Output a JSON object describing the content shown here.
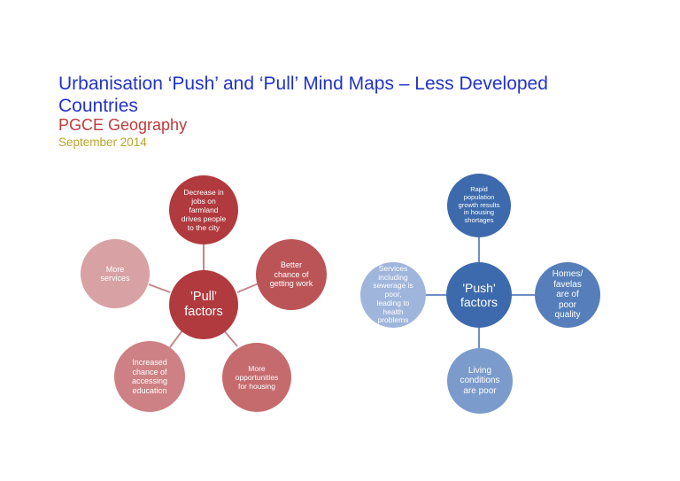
{
  "header": {
    "title": "Urbanisation ‘Push’ and ‘Pull’ Mind Maps – Less Developed Countries",
    "subtitle": "PGCE Geography",
    "date": "September 2014"
  },
  "colors": {
    "title": "#2233c8",
    "subtitle": "#c0393b",
    "date": "#b8a42c",
    "pull_center": "#b03a3e",
    "push_center": "#3d6aad"
  },
  "pull_map": {
    "center": "'Pull'\nfactors",
    "nodes": [
      {
        "label": "Decrease in\njobs on\nfarmland\ndrives people\nto the city"
      },
      {
        "label": "Better\nchance of\ngetting work"
      },
      {
        "label": "More\nopportunities\nfor housing"
      },
      {
        "label": "Increased\nchance of\naccessing\neducation"
      },
      {
        "label": "More\nservices"
      }
    ]
  },
  "push_map": {
    "center": "'Push'\nfactors",
    "nodes": [
      {
        "label": "Rapid\npopulation\ngrowth results\nin housing\nshortages"
      },
      {
        "label": "Homes/\nfavelas\nare of\npoor\nquality"
      },
      {
        "label": "Living\nconditions\nare poor"
      },
      {
        "label": "Services\nincluding\nsewerage is\npoor,\nleading to\nhealth\nproblems"
      }
    ]
  }
}
